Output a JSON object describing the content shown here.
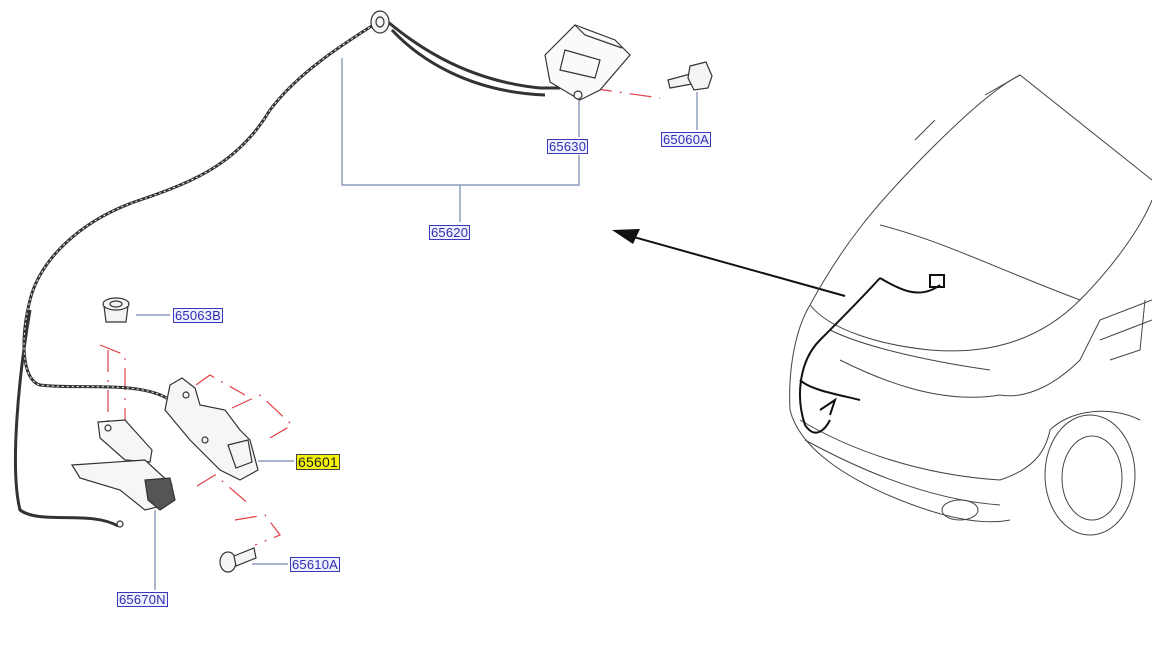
{
  "diagram": {
    "parts": {
      "p65630": "65630",
      "p65060A": "65060A",
      "p65620": "65620",
      "p65063B": "65063B",
      "p65601": "65601",
      "p65610A": "65610A",
      "p65670N": "65670N"
    },
    "highlighted_part": "65601",
    "colors": {
      "label_text": "#2f2fb0",
      "highlight": "#f4f20a",
      "leader_line": "#8a9ab8",
      "alignment_line": "#e0404a"
    }
  }
}
